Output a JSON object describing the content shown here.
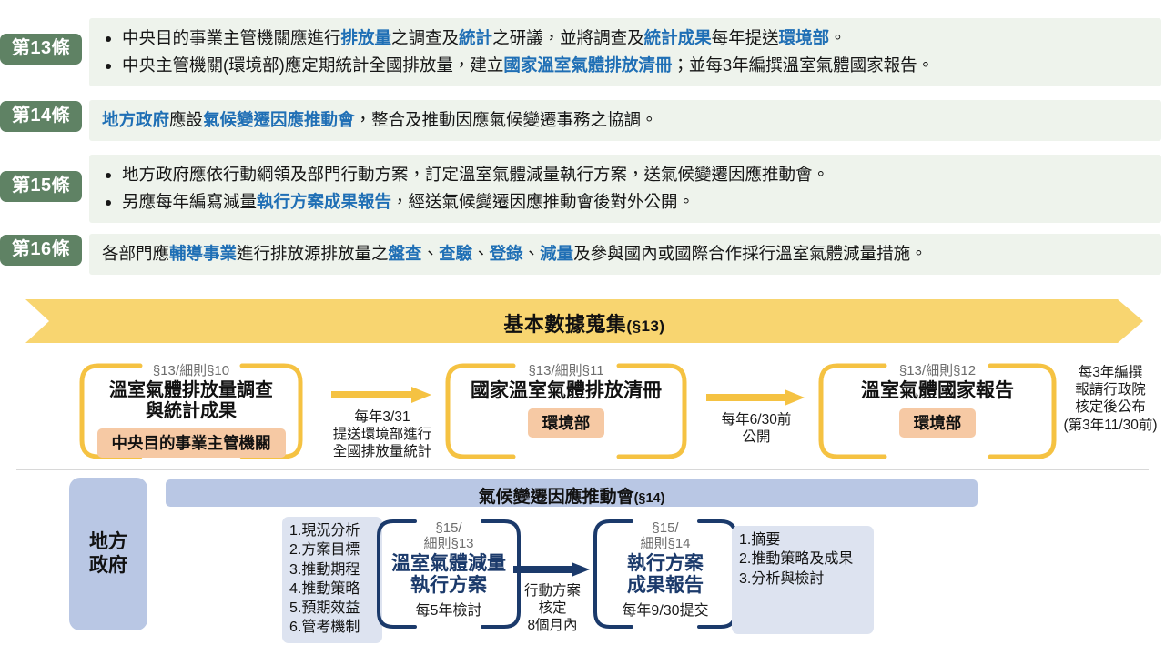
{
  "colors": {
    "badge_green": "#5f8264",
    "article_bg": "#eef3ec",
    "highlight_blue": "#1f6fb5",
    "banner_yellow": "#f8d570",
    "bracket_yellow": "#f5c242",
    "owner_peach": "#f6c9a4",
    "blue_panel": "#b9c7e4",
    "list_blue": "#dde3f0",
    "navy_text": "#1b3a6b"
  },
  "articles": [
    {
      "badge": "第13條",
      "bullets": [
        [
          {
            "t": "中央目的事業主管機關應進行",
            "hl": false
          },
          {
            "t": "排放量",
            "hl": true
          },
          {
            "t": "之調查及",
            "hl": false
          },
          {
            "t": "統計",
            "hl": true
          },
          {
            "t": "之研議，並將調查及",
            "hl": false
          },
          {
            "t": "統計成果",
            "hl": true
          },
          {
            "t": "每年提送",
            "hl": false
          },
          {
            "t": "環境部",
            "hl": true
          },
          {
            "t": "。",
            "hl": false
          }
        ],
        [
          {
            "t": "中央主管機關(環境部)應定期統計全國排放量，建立",
            "hl": false
          },
          {
            "t": "國家溫室氣體排放清冊",
            "hl": true
          },
          {
            "t": "；並每3年編撰溫室氣體國家報告。",
            "hl": false
          }
        ]
      ]
    },
    {
      "badge": "第14條",
      "bullets": [
        [
          {
            "t": "地方政府",
            "hl": true
          },
          {
            "t": "應設",
            "hl": false
          },
          {
            "t": "氣候變遷因應推動會",
            "hl": true
          },
          {
            "t": "，整合及推動因應氣候變遷事務之協調。",
            "hl": false
          }
        ]
      ],
      "no_bullet": true
    },
    {
      "badge": "第15條",
      "bullets": [
        [
          {
            "t": "地方政府應依行動綱領及部門行動方案，訂定溫室氣體減量執行方案，送氣候變遷因應推動會。",
            "hl": false
          }
        ],
        [
          {
            "t": "另應每年編寫減量",
            "hl": false
          },
          {
            "t": "執行方案成果報告",
            "hl": true
          },
          {
            "t": "，經送氣候變遷因應推動會後對外公開。",
            "hl": false
          }
        ]
      ]
    },
    {
      "badge": "第16條",
      "bullets": [
        [
          {
            "t": "各部門應",
            "hl": false
          },
          {
            "t": "輔導事業",
            "hl": true
          },
          {
            "t": "進行排放源排放量之",
            "hl": false
          },
          {
            "t": "盤查",
            "hl": true
          },
          {
            "t": "、",
            "hl": false
          },
          {
            "t": "查驗",
            "hl": true
          },
          {
            "t": "、",
            "hl": false
          },
          {
            "t": "登錄",
            "hl": true
          },
          {
            "t": "、",
            "hl": false
          },
          {
            "t": "減量",
            "hl": true
          },
          {
            "t": "及參與國內或國際合作採行溫室氣體減量措施。",
            "hl": false
          }
        ]
      ],
      "no_bullet": true
    }
  ],
  "banner_basic": {
    "title": "基本數據蒐集",
    "section": "(§13)"
  },
  "flow_top": {
    "box1": {
      "section": "§13/細則§10",
      "title": "溫室氣體排放量調查\n與統計成果",
      "owner": "中央目的事業主管機關"
    },
    "arrow1_caption": "每年3/31\n提送環境部進行\n全國排放量統計",
    "box2": {
      "section": "§13/細則§11",
      "title": "國家溫室氣體排放清冊",
      "owner": "環境部"
    },
    "arrow2_caption": "每年6/30前\n公開",
    "box3": {
      "section": "§13/細則§12",
      "title": "溫室氣體國家報告",
      "owner": "環境部"
    },
    "end_note": "每3年編撰\n報請行政院\n核定後公布\n(第3年11/30前)"
  },
  "banner_council": {
    "title": "氣候變遷因應推動會",
    "section": "(§14)"
  },
  "local_gov": {
    "label": "地方\n政府"
  },
  "flow_bottom": {
    "list_left": "1.現況分析\n2.方案目標\n3.推動期程\n4.推動策略\n5.預期效益\n6.管考機制",
    "box1": {
      "section": "§15/\n細則§13",
      "title": "溫室氣體減量\n執行方案",
      "note": "每5年檢討"
    },
    "arrow_caption": "行動方案\n核定\n8個月內",
    "box2": {
      "section": "§15/\n細則§14",
      "title": "執行方案\n成果報告",
      "note": "每年9/30提交"
    },
    "list_right": "1.摘要\n2.推動策略及成果\n3.分析與檢討"
  }
}
